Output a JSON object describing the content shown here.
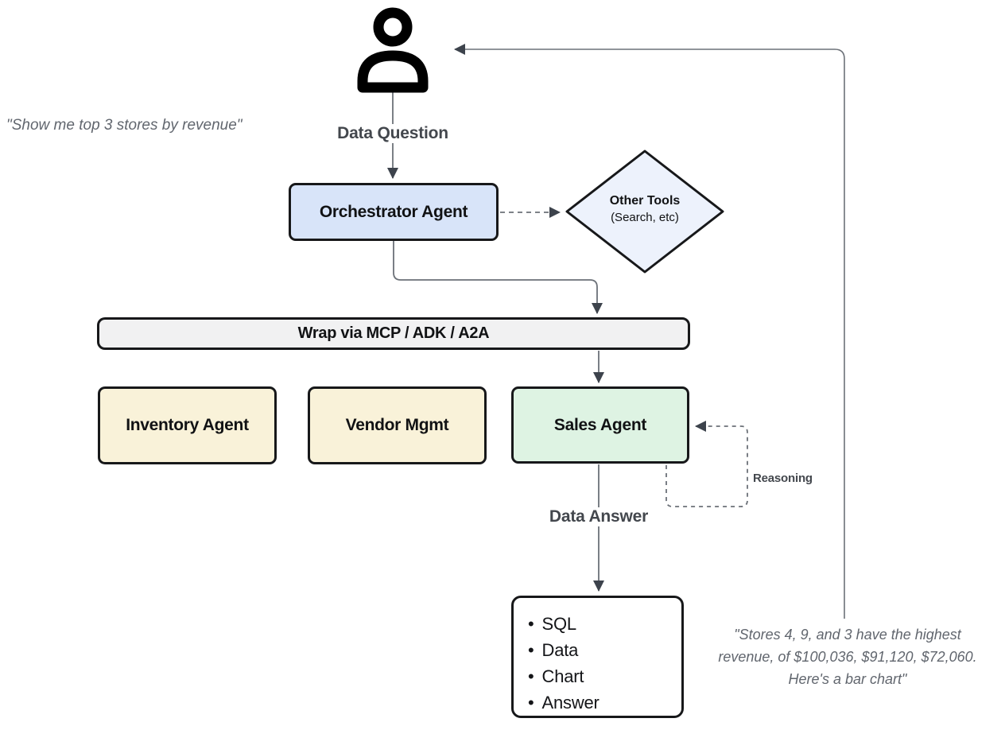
{
  "title": "Multi-agent data question flow diagram",
  "quotes": {
    "left": "\"Show me top 3 stores by revenue\"",
    "right": [
      "\"Stores 4, 9, and 3 have the highest",
      "revenue, of $100,036, $91,120, $72,060.",
      "Here's a bar chart\""
    ]
  },
  "labels": {
    "data_question": "Data Question",
    "data_answer": "Data Answer",
    "reasoning": "Reasoning"
  },
  "nodes": {
    "orchestrator": {
      "label": "Orchestrator Agent"
    },
    "other_tools": {
      "title": "Other Tools",
      "subtitle": "(Search, etc)"
    },
    "wrap_bar": {
      "label": "Wrap via MCP / ADK / A2A"
    },
    "inventory": {
      "label": "Inventory Agent"
    },
    "vendor": {
      "label": "Vendor Mgmt"
    },
    "sales": {
      "label": "Sales Agent"
    },
    "output": {
      "items": [
        "SQL",
        "Data",
        "Chart",
        "Answer"
      ]
    }
  },
  "colors": {
    "orchestrator_fill": "#d8e4f9",
    "other_tools_fill": "#edf2fc",
    "wrap_bar_fill": "#f1f1f2",
    "inventory_fill": "#f9f2d9",
    "vendor_fill": "#f9f2d9",
    "sales_fill": "#def3e3",
    "output_fill": "#ffffff",
    "border": "#17181a",
    "connector": "#6c7178",
    "arrowhead": "#3d434c",
    "label_text": "#43474d",
    "quote_text": "#61666e"
  }
}
